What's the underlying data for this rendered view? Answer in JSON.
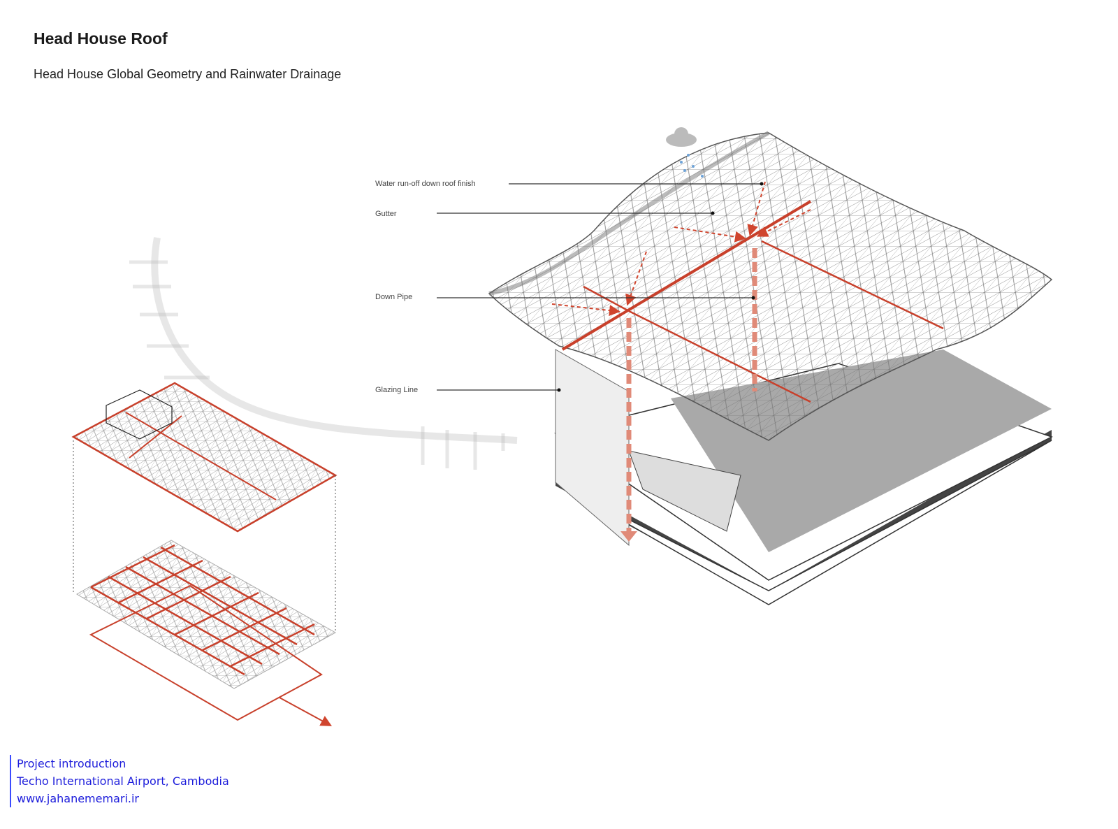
{
  "header": {
    "title": "Head House Roof",
    "subtitle": "Head House Global Geometry and Rainwater Drainage"
  },
  "callouts": [
    {
      "label": "Water run-off down roof finish"
    },
    {
      "label": "Gutter"
    },
    {
      "label": "Down Pipe"
    },
    {
      "label": "Glazing Line"
    }
  ],
  "footer": {
    "line1": "Project introduction",
    "line2": "Techo International Airport, Cambodia",
    "line3": "www.jahanememari.ir"
  },
  "colors": {
    "drainage_red": "#d0452e",
    "roof_grey": "#9a9a9a",
    "footer_blue": "#1d1ddb"
  }
}
